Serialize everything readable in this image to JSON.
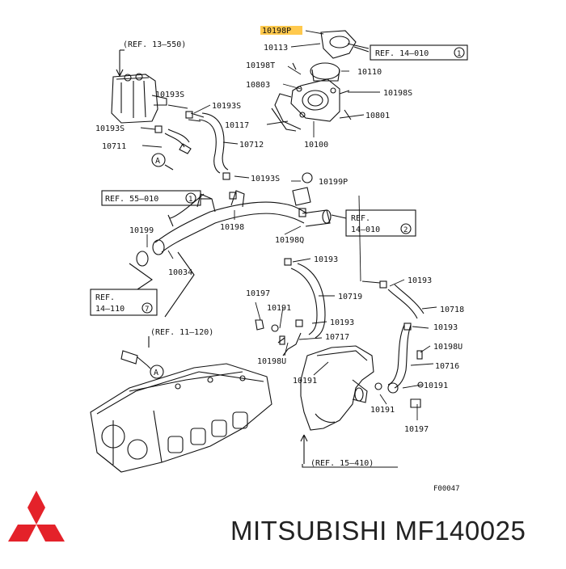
{
  "labels": {
    "p10198p": "10198P",
    "p10113": "10113",
    "p10198t": "10198T",
    "p10110": "10110",
    "p10803": "10803",
    "p10198s_top": "10198S",
    "p10117": "10117",
    "p10801": "10801",
    "p10100": "10100",
    "p10193s_a": "10193S",
    "p10193s_b": "10193S",
    "p10193s_c": "10193S",
    "p10711": "10711",
    "p10712": "10712",
    "p10193s_d": "10193S",
    "p10199p": "10199P",
    "p10199": "10199",
    "p10198_mid": "10198",
    "p10198q": "10198Q",
    "p10034": "10034",
    "p10193_a": "10193",
    "p10193_b": "10193",
    "p10197_a": "10197",
    "p10191_a": "10191",
    "p10719": "10719",
    "p10718": "10718",
    "p10193_c": "10193",
    "p10193_d": "10193",
    "p10717": "10717",
    "p10198u_a": "10198U",
    "p10198u_b": "10198U",
    "p10716": "10716",
    "p10191_b": "10191",
    "p10191_c": "10191",
    "p10191_d": "10191",
    "p10197_b": "10197",
    "diagram_code": "F00047"
  },
  "refs": {
    "ref13_550": "(REF. 13—550)",
    "ref14_010_1": "REF. 14—010",
    "ref14_010_1_num": "1",
    "ref55_010": "REF. 55—010",
    "ref55_010_num": "1",
    "ref14_010_2_line1": "REF.",
    "ref14_010_2_line2": "14—010",
    "ref14_010_2_num": "2",
    "ref14_110_line1": "REF.",
    "ref14_110_line2": "14—110",
    "ref14_110_num": "7",
    "ref11_120": "(REF. 11—120)",
    "ref15_410": "(REF. 15—410)",
    "marker_a": "A"
  },
  "footer": {
    "brand": "MITSUBISHI",
    "part_number": "MF140025"
  },
  "colors": {
    "logo_red": "#e4222a",
    "highlight": "#ffc94d"
  }
}
